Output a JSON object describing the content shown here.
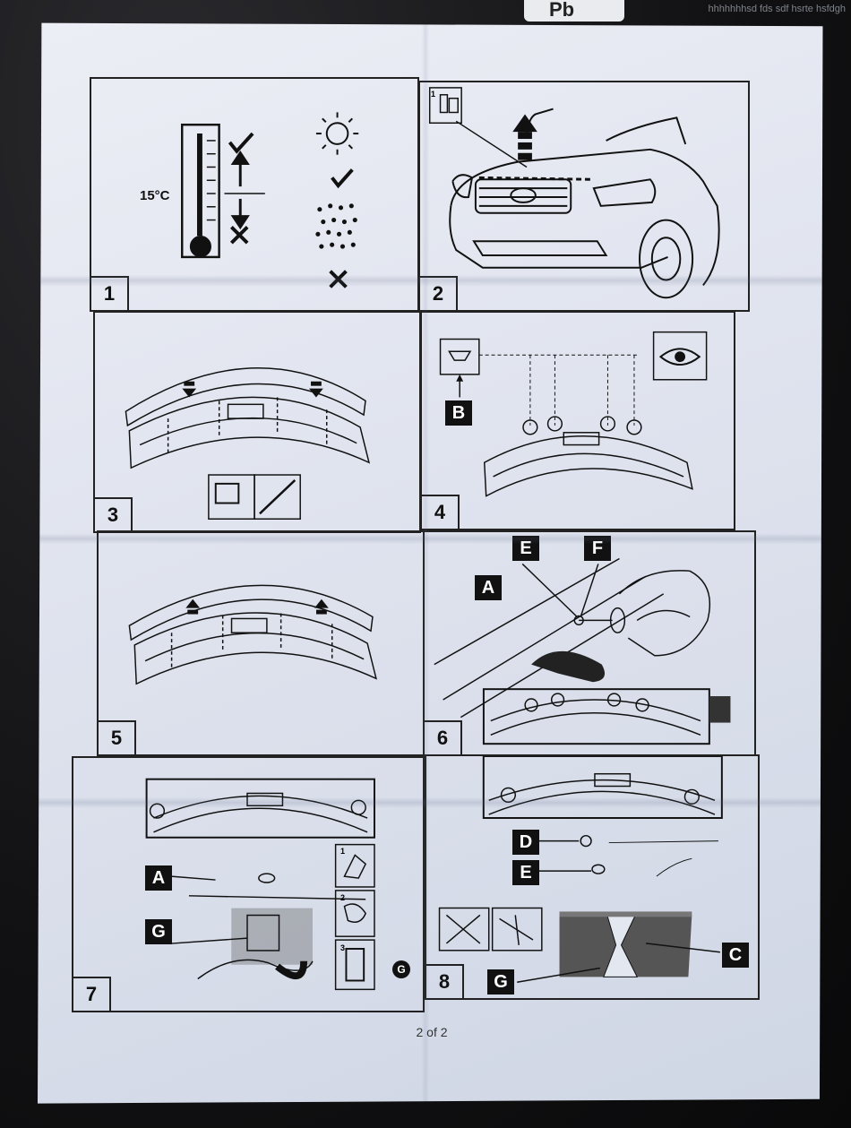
{
  "top_tag": "Pb",
  "watermark": "hhhhhhhsd fds sdf hsrte hsfdgh",
  "temperature_label": "15°C",
  "panels": [
    {
      "number": "1"
    },
    {
      "number": "2"
    },
    {
      "number": "3"
    },
    {
      "number": "4"
    },
    {
      "number": "5"
    },
    {
      "number": "6"
    },
    {
      "number": "7"
    },
    {
      "number": "8"
    }
  ],
  "panel2_step": "1",
  "panel7_steps": [
    "1",
    "2",
    "3"
  ],
  "labels": {
    "p4_b": "B",
    "p6_e": "E",
    "p6_f": "F",
    "p6_a": "A",
    "p7_a": "A",
    "p7_g": "G",
    "p7_g_small": "G",
    "p8_d": "D",
    "p8_e": "E",
    "p8_c": "C",
    "p8_g": "G"
  },
  "page_indicator": "2 of 2",
  "icons": [
    "thermometer-icon",
    "sun-icon",
    "rain-icon",
    "check-icon",
    "cross-icon",
    "eye-icon",
    "tape-measure-icon",
    "cleaning-kit-icon"
  ],
  "colors": {
    "paper": "#e3e7f0",
    "ink": "#111111",
    "background": "#141416"
  }
}
